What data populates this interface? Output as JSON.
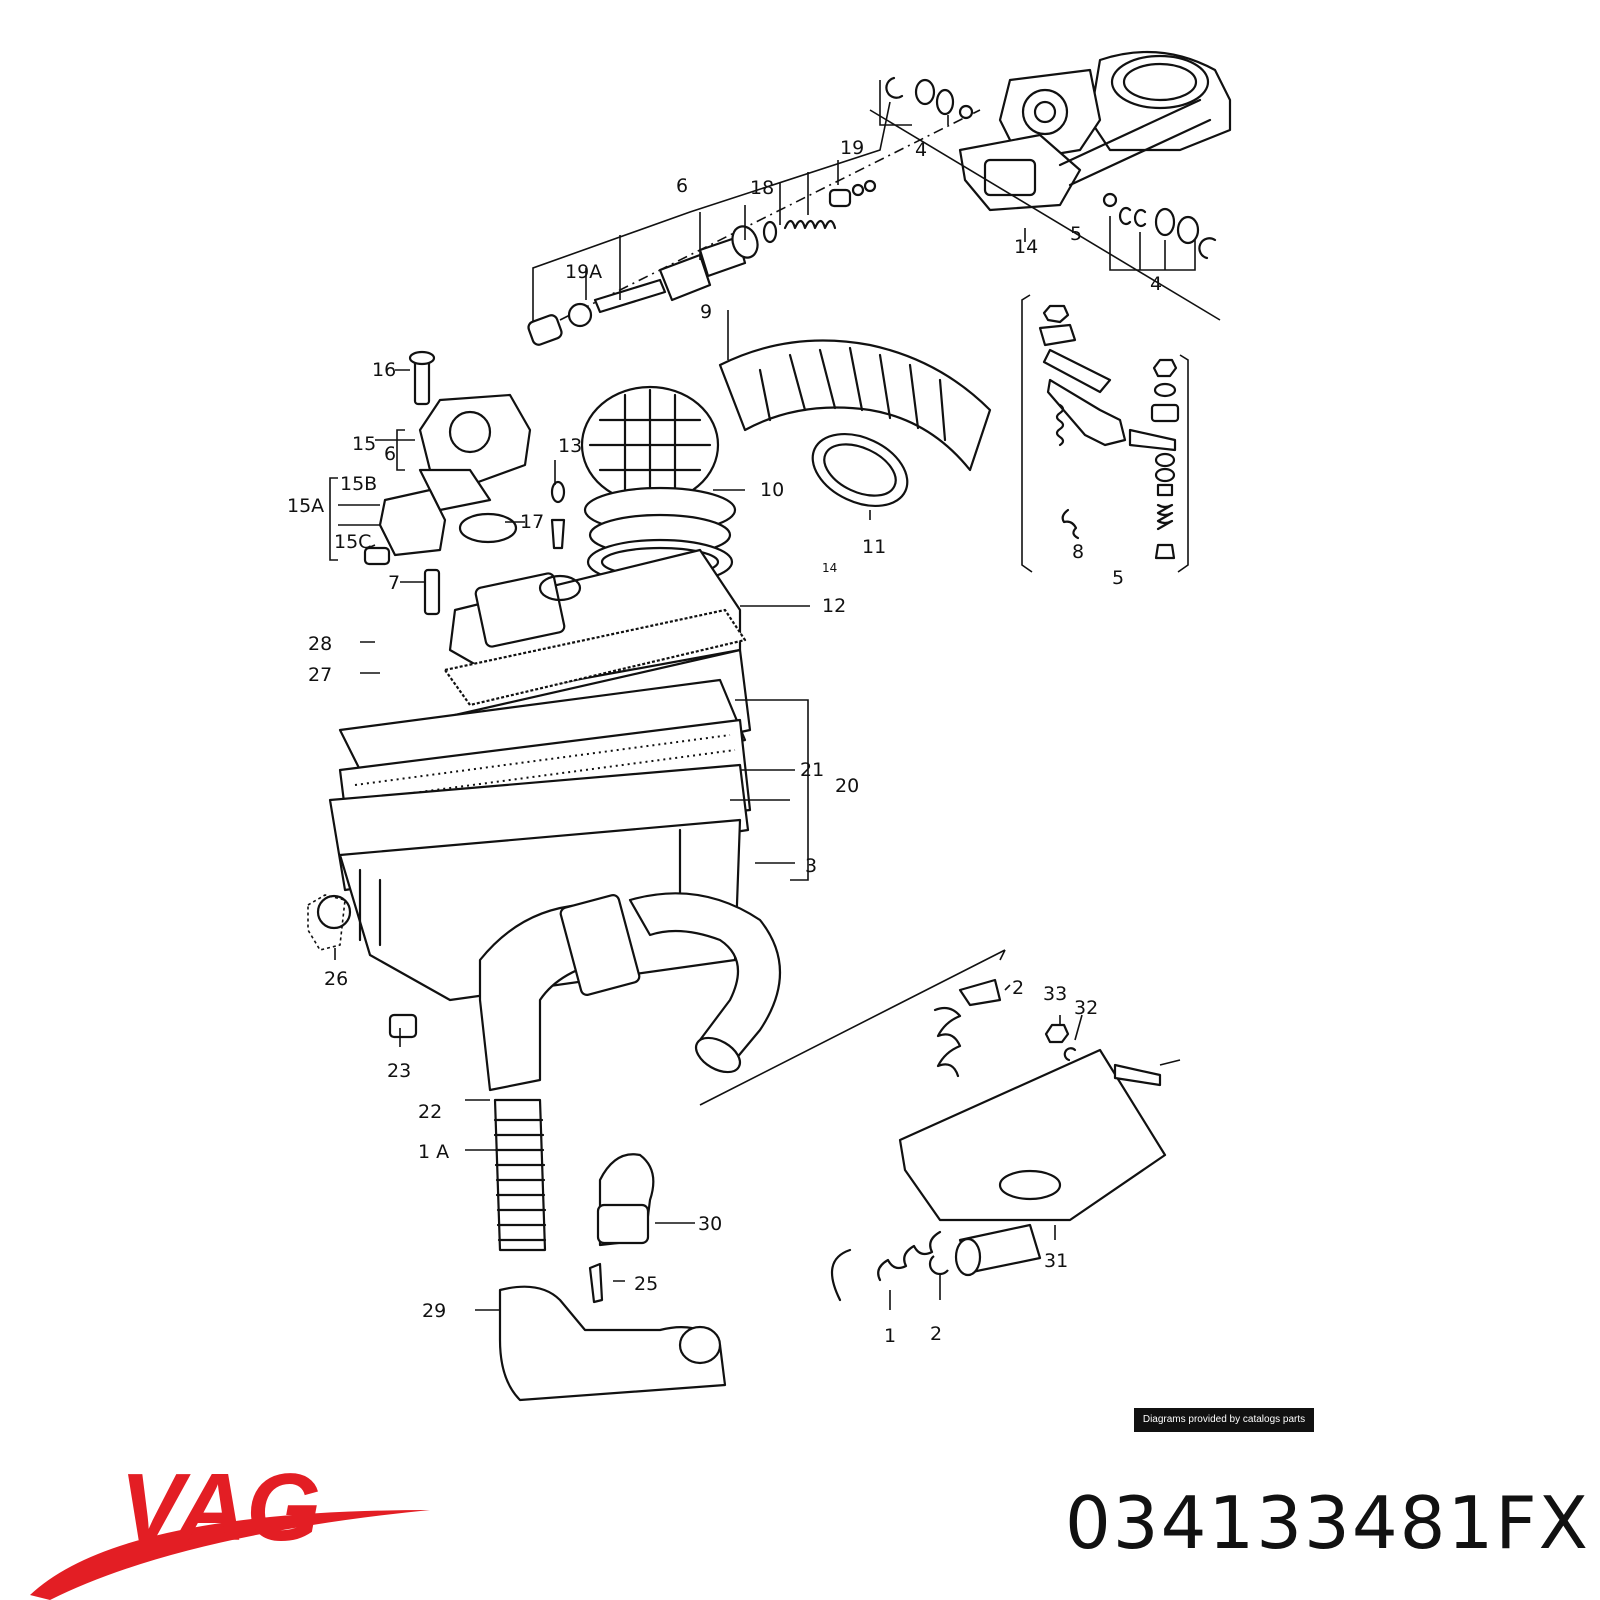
{
  "diagram": {
    "labels": {
      "c1": "1",
      "c1a": "1 A",
      "c2a": "2",
      "c2b": "2",
      "c3": "3",
      "c4a": "4",
      "c4b": "4",
      "c5a": "5",
      "c5b": "5",
      "c6a": "6",
      "c6b": "6",
      "c7": "7",
      "c8": "8",
      "c9": "9",
      "c10": "10",
      "c11": "11",
      "c12": "12",
      "c13": "13",
      "c14a": "14",
      "c14b": "14",
      "c15": "15",
      "c15a": "15A",
      "c15b": "15B",
      "c15c": "15C",
      "c16": "16",
      "c17": "17",
      "c18": "18",
      "c19": "19",
      "c19a": "19A",
      "c20": "20",
      "c21": "21",
      "c22": "22",
      "c23": "23",
      "c25": "25",
      "c26": "26",
      "c27": "27",
      "c28": "28",
      "c29": "29",
      "c30": "30",
      "c31": "31",
      "c32": "32",
      "c33": "33"
    }
  },
  "credit": "Diagrams provided by catalogs parts",
  "brand": {
    "name": "VAG",
    "color": "#e31e24"
  },
  "part_number": "034133481FX"
}
